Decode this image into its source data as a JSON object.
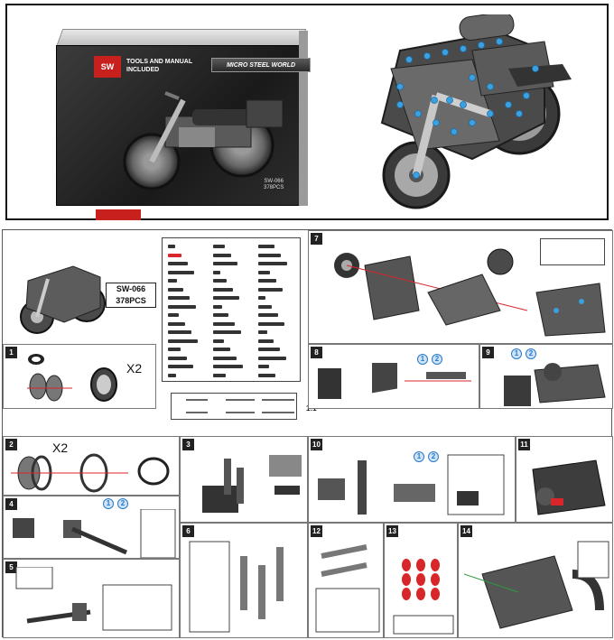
{
  "product": {
    "logo": "SW",
    "brand": "MICRO STEEL WORLD",
    "tagline": "TOOLS AND MANUAL INCLUDED",
    "model": "SW-066",
    "pieces": "378PCS",
    "box_model": "SW-066",
    "box_pieces": "378PCS"
  },
  "sheet": {
    "steps": [
      "1",
      "2",
      "3",
      "4",
      "5",
      "6",
      "7",
      "8",
      "9",
      "10",
      "11",
      "12",
      "13",
      "14"
    ],
    "multiplier_1": "X2",
    "multiplier_2": "X2",
    "scale_ratio": "1:1",
    "badge_1": "1",
    "badge_2": "2"
  },
  "colors": {
    "steel": "#4a4a4a",
    "accent_blue": "#3aa0e0",
    "assembly_red": "#d8262a"
  }
}
